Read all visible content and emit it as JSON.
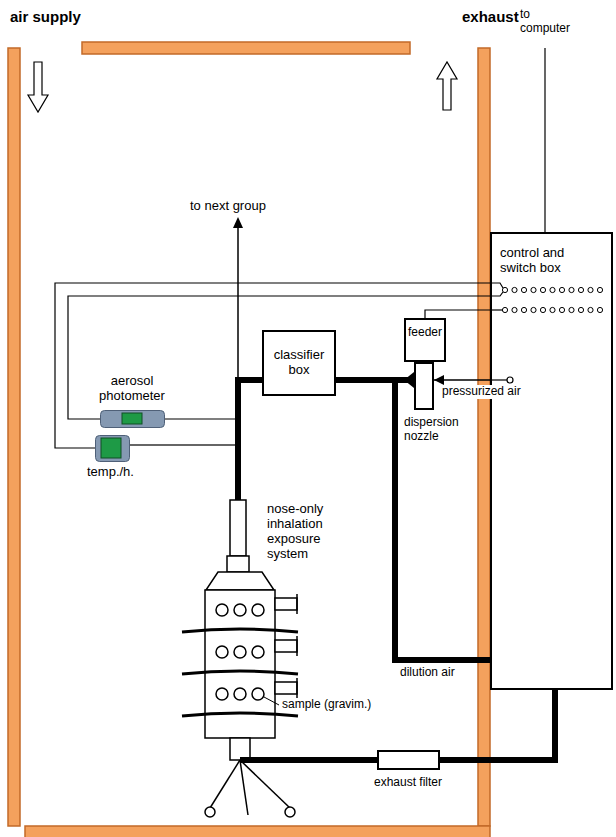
{
  "diagram": {
    "nodes": [
      {
        "text": [
          "control and switch box"
        ]
      },
      {
        "text": [
          "feeder"
        ]
      },
      {
        "text": [
          "classifier box"
        ]
      },
      {
        "text": [
          "aerosol photometer"
        ]
      },
      {
        "text": [
          "temp./h."
        ]
      },
      {
        "text": [
          "nose-only inhalation exposure system"
        ]
      },
      {
        "text": [
          "exhaust filter"
        ]
      },
      {
        "text": [
          "dispersion nozzle"
        ]
      }
    ],
    "edges": [
      {
        "from": 7,
        "to": 2,
        "arrow": "none"
      },
      {
        "from": 2,
        "to": 5,
        "arrow": "none"
      },
      {
        "from": 0,
        "to": 2,
        "arrow": "none"
      },
      {
        "from": 0,
        "to": 7,
        "arrow": "to"
      },
      {
        "from": 1,
        "to": 0,
        "arrow": "none"
      },
      {
        "from": 3,
        "to": 0,
        "arrow": "none"
      },
      {
        "from": 4,
        "to": 0,
        "arrow": "none"
      },
      {
        "from": 5,
        "to": 6,
        "arrow": "none"
      },
      {
        "from": 6,
        "to": 0,
        "arrow": "none"
      }
    ],
    "labels": [
      "air supply",
      "exhaust",
      "to computer",
      "to next group",
      "pressurized air",
      "dilution air",
      "sample (gravim.)"
    ]
  }
}
